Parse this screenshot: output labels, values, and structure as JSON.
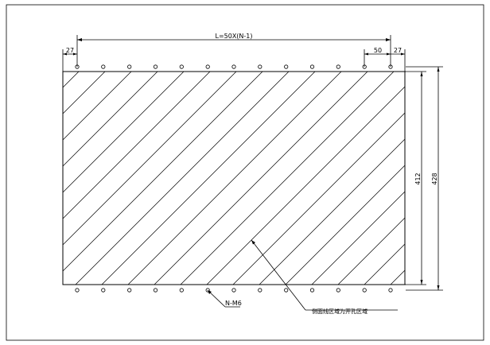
{
  "drawing": {
    "dimensions": {
      "total_length": "L=50X(N-1)",
      "left_margin": "27",
      "right_margin": "27",
      "hole_pitch": "50",
      "inner_height": "412",
      "outer_height": "428"
    },
    "labels": {
      "hole_spec": "N-M6",
      "hatch_note": "侧面线区域为开孔区域"
    },
    "hole_count_per_row": 13
  }
}
